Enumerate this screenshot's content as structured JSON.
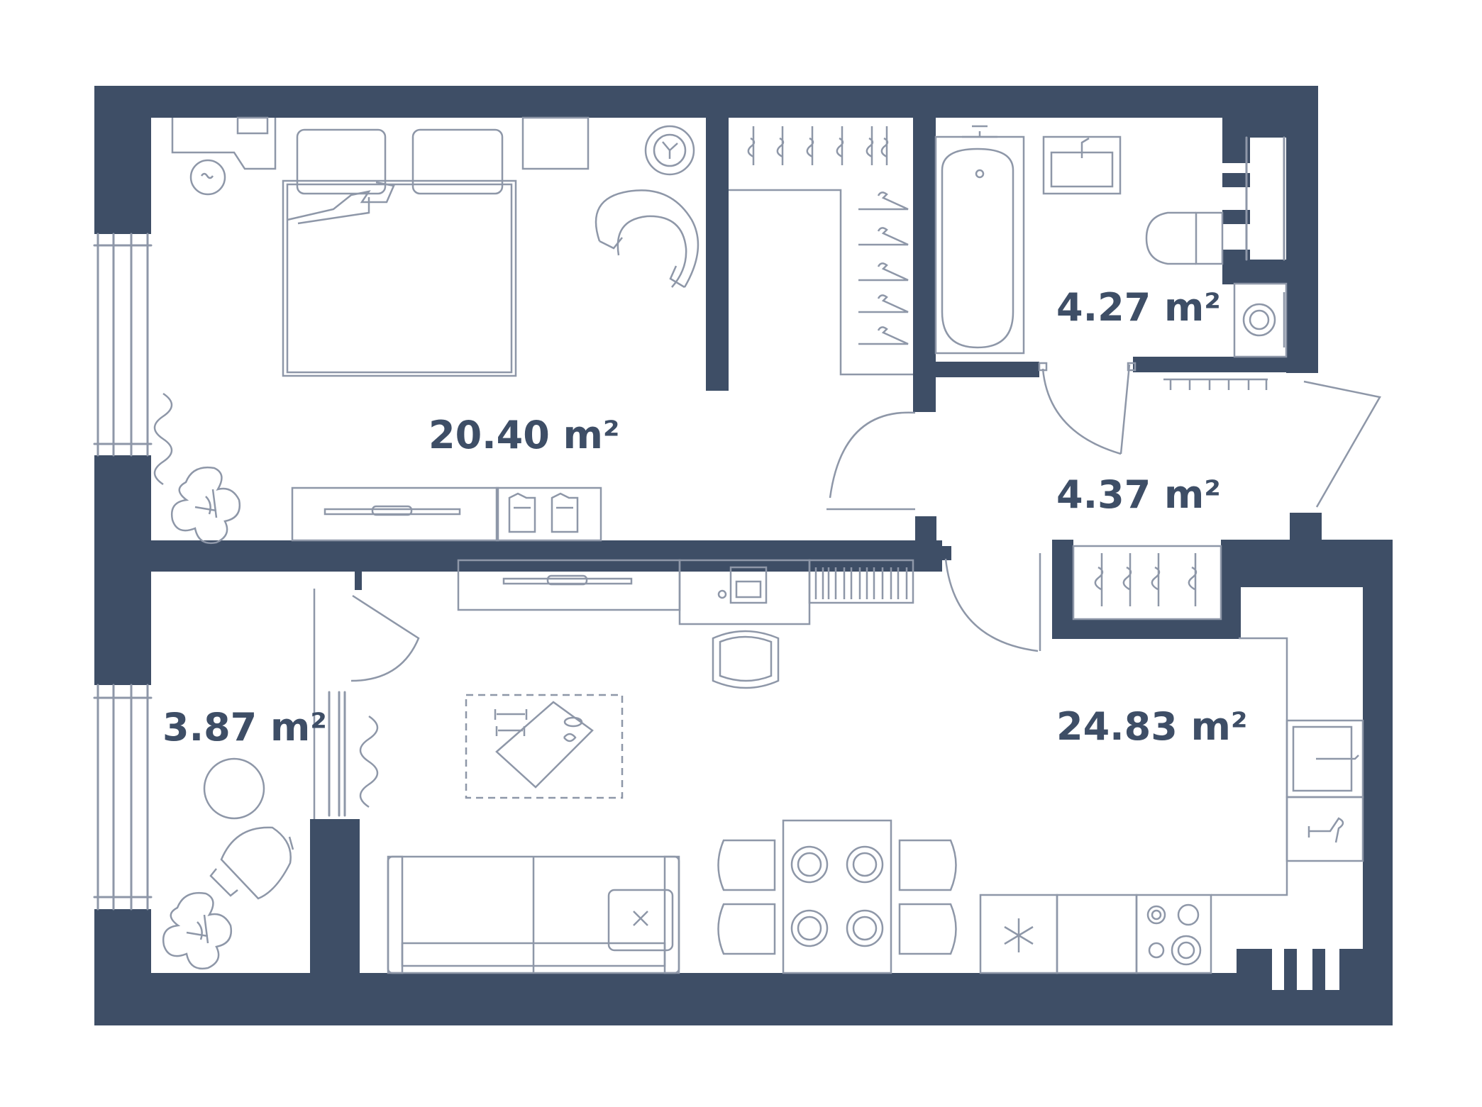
{
  "plan": {
    "colors": {
      "wall": "#3e4e66",
      "furniture": "#8e97a8",
      "background": "#ffffff"
    },
    "rooms": [
      {
        "id": "bedroom",
        "area": "20.40 m²"
      },
      {
        "id": "bathroom",
        "area": "4.27 m²"
      },
      {
        "id": "hallway",
        "area": "4.37 m²"
      },
      {
        "id": "balcony",
        "area": "3.87 m²"
      },
      {
        "id": "living-kitchen",
        "area": "24.83 m²"
      }
    ],
    "icons": [
      "bed-icon",
      "pillow-icon",
      "armchair-icon",
      "wardrobe-icon",
      "hanger-icon",
      "bathtub-icon",
      "sink-icon",
      "toilet-icon",
      "washing-machine-icon",
      "door-swing-icon",
      "window-icon",
      "plant-icon",
      "curtain-icon",
      "tv-icon",
      "desk-icon",
      "laptop-icon",
      "chair-icon",
      "rug-icon",
      "yoga-mat-icon",
      "dumbbell-icon",
      "sofa-icon",
      "dining-table-icon",
      "plate-icon",
      "fridge-icon",
      "snowflake-icon",
      "stove-icon",
      "kitchen-sink-icon"
    ]
  }
}
